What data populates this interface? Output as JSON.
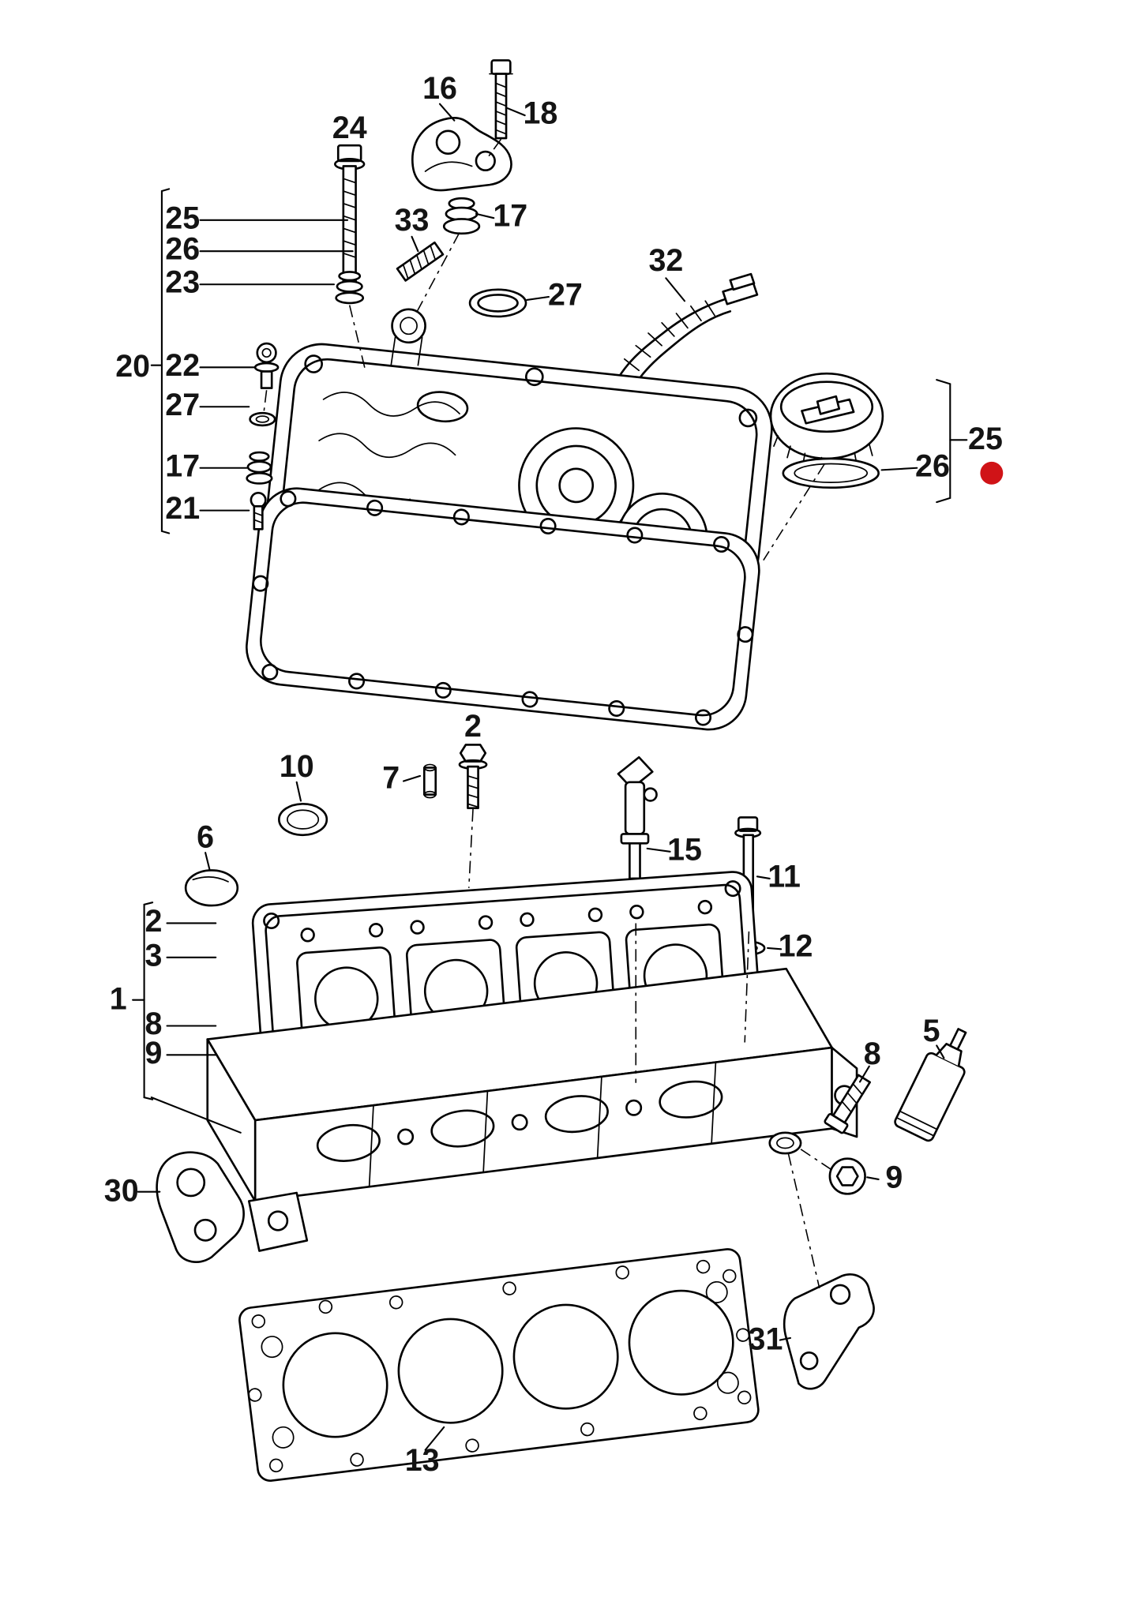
{
  "figure": {
    "kind": "exploded-parts-diagram",
    "subject": "cylinder head with cover, gasket and attachment parts",
    "background": "#ffffff",
    "line_color": "#000000",
    "accent_color": "#d01317"
  },
  "callouts": {
    "c16": "16",
    "c18": "18",
    "c24": "24",
    "c33": "33",
    "c17a": "17",
    "c27a": "27",
    "c32": "32",
    "c25a": "25",
    "c26a": "26",
    "c23": "23",
    "c20": "20",
    "c22": "22",
    "c27b": "27",
    "c17b": "17",
    "c21": "21",
    "c25b": "25",
    "c26b": "26",
    "c2a": "2",
    "c10": "10",
    "c7": "7",
    "c15": "15",
    "c11": "11",
    "c12": "12",
    "c6": "6",
    "c2b": "2",
    "c3": "3",
    "c1": "1",
    "c8a": "8",
    "c9a": "9",
    "c5": "5",
    "c8b": "8",
    "c9b": "9",
    "c30": "30",
    "c31": "31",
    "c13": "13"
  }
}
